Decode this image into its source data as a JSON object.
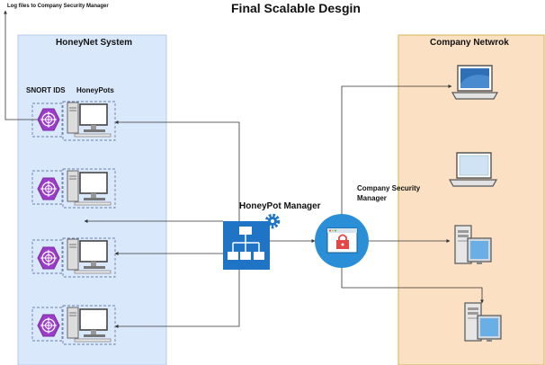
{
  "title": "Final Scalable Desgin",
  "log_note": "Log files to Company Security Manager",
  "honeynet": {
    "label": "HoneyNet System",
    "snort_label": "SNORT IDS",
    "honeypots_label": "HoneyPots"
  },
  "company": {
    "label": "Company Netwrok"
  },
  "manager": {
    "label": "HoneyPot Manager"
  },
  "security": {
    "label_line1": "Company Security",
    "label_line2": "Manager"
  },
  "icons": {
    "ids": "ids-sensor-icon",
    "honeypot": "desktop-computer-icon",
    "manager": "network-hierarchy-gear-icon",
    "security": "locked-browser-window-icon",
    "laptop": "laptop-icon",
    "server": "server-monitor-icon"
  },
  "colors": {
    "honeynet_fill": "#dae8fc",
    "company_fill": "#fbe0c3",
    "company_border": "#d6b656",
    "manager_blue": "#1f74c6",
    "ids_purple": "#9b3dc8",
    "security_blue": "#2a8fd6",
    "lock_red": "#e44545",
    "laptop_screen": "#2f6fb6"
  }
}
